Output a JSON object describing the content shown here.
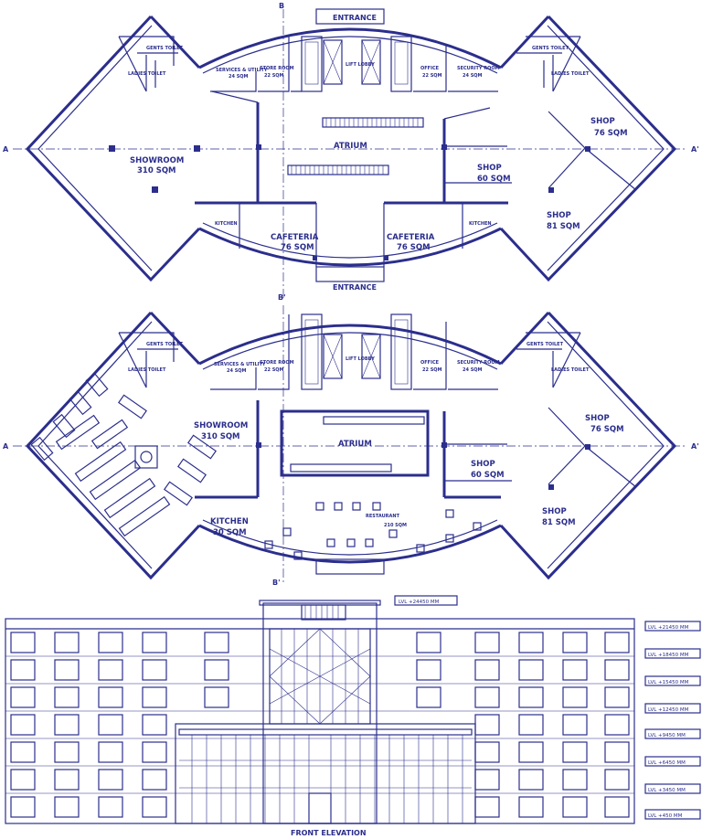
{
  "plan1": {
    "section_b_top": "B",
    "section_a_left": "A",
    "section_a_right": "A'",
    "entrance_top": "ENTRANCE",
    "entrance_bottom": "ENTRANCE",
    "atrium": "ATRIUM",
    "showroom": "SHOWROOM",
    "showroom_area": "310 SQM",
    "shop1": "SHOP",
    "shop1_area": "76 SQM",
    "shop2": "SHOP",
    "shop2_area": "60 SQM",
    "shop3": "SHOP",
    "shop3_area": "81 SQM",
    "cafeteria_l": "CAFETERIA",
    "cafeteria_l_area": "76 SQM",
    "cafeteria_r": "CAFETERIA",
    "cafeteria_r_area": "76 SQM",
    "kitchen_l": "KITCHEN",
    "kitchen_r": "KITCHEN",
    "gents_l": "GENTS TOILET",
    "ladies_l": "LADIES TOILET",
    "gents_r": "GENTS TOILET",
    "ladies_r": "LADIES TOILET",
    "services": "SERVICES & UTILITY",
    "services_area": "24 SQM",
    "store": "STORE ROOM",
    "store_area": "22 SQM",
    "lift": "LIFT LOBBY",
    "office": "OFFICE",
    "office_area": "22 SQM",
    "security": "SECURITY ROOM",
    "security_area": "24 SQM"
  },
  "plan2": {
    "section_b_top": "B'",
    "section_b_bottom": "B'",
    "section_a_left": "A",
    "section_a_right": "A'",
    "atrium": "ATRIUM",
    "showroom": "SHOWROOM",
    "showroom_area": "310 SQM",
    "shop1": "SHOP",
    "shop1_area": "76 SQM",
    "shop2": "SHOP",
    "shop2_area": "60 SQM",
    "shop3": "SHOP",
    "shop3_area": "81 SQM",
    "kitchen": "KITCHEN",
    "kitchen_area": "30 SQM",
    "restaurant": "RESTAURANT",
    "restaurant_area": "210 SQM",
    "gents_l": "GENTS TOILET",
    "ladies_l": "LADIES TOILET",
    "gents_r": "GENTS TOILET",
    "ladies_r": "LADIES TOILET",
    "services": "SERVICES & UTILITY",
    "services_area": "24 SQM",
    "store": "STORE ROOM",
    "store_area": "22 SQM",
    "lift": "LIFT LOBBY",
    "office": "OFFICE",
    "office_area": "22 SQM",
    "security": "SECURITY ROOM",
    "security_area": "24 SQM"
  },
  "elevation": {
    "title": "FRONT ELEVATION",
    "levels": [
      "LVL +24450 MM",
      "LVL +21450 MM",
      "LVL +18450 MM",
      "LVL +15450 MM",
      "LVL +12450 MM",
      "LVL +9450 MM",
      "LVL +6450 MM",
      "LVL +3450 MM",
      "LVL +450 MM"
    ]
  }
}
